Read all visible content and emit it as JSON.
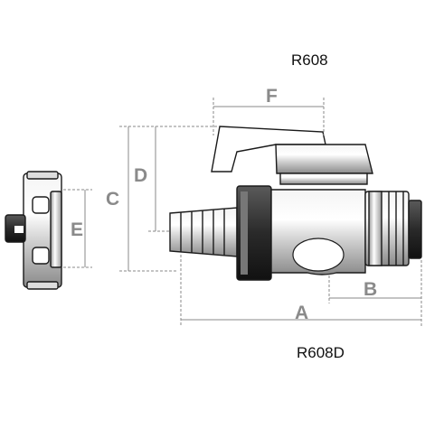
{
  "header": {
    "partial_code": "R608"
  },
  "dimensions": {
    "A": "A",
    "B": "B",
    "C": "C",
    "D": "D",
    "E": "E",
    "F": "F"
  },
  "product": {
    "code": "R608D"
  },
  "colors": {
    "dimension": "#8a8a8a",
    "outline": "#1a1a1a",
    "background": "#ffffff"
  }
}
